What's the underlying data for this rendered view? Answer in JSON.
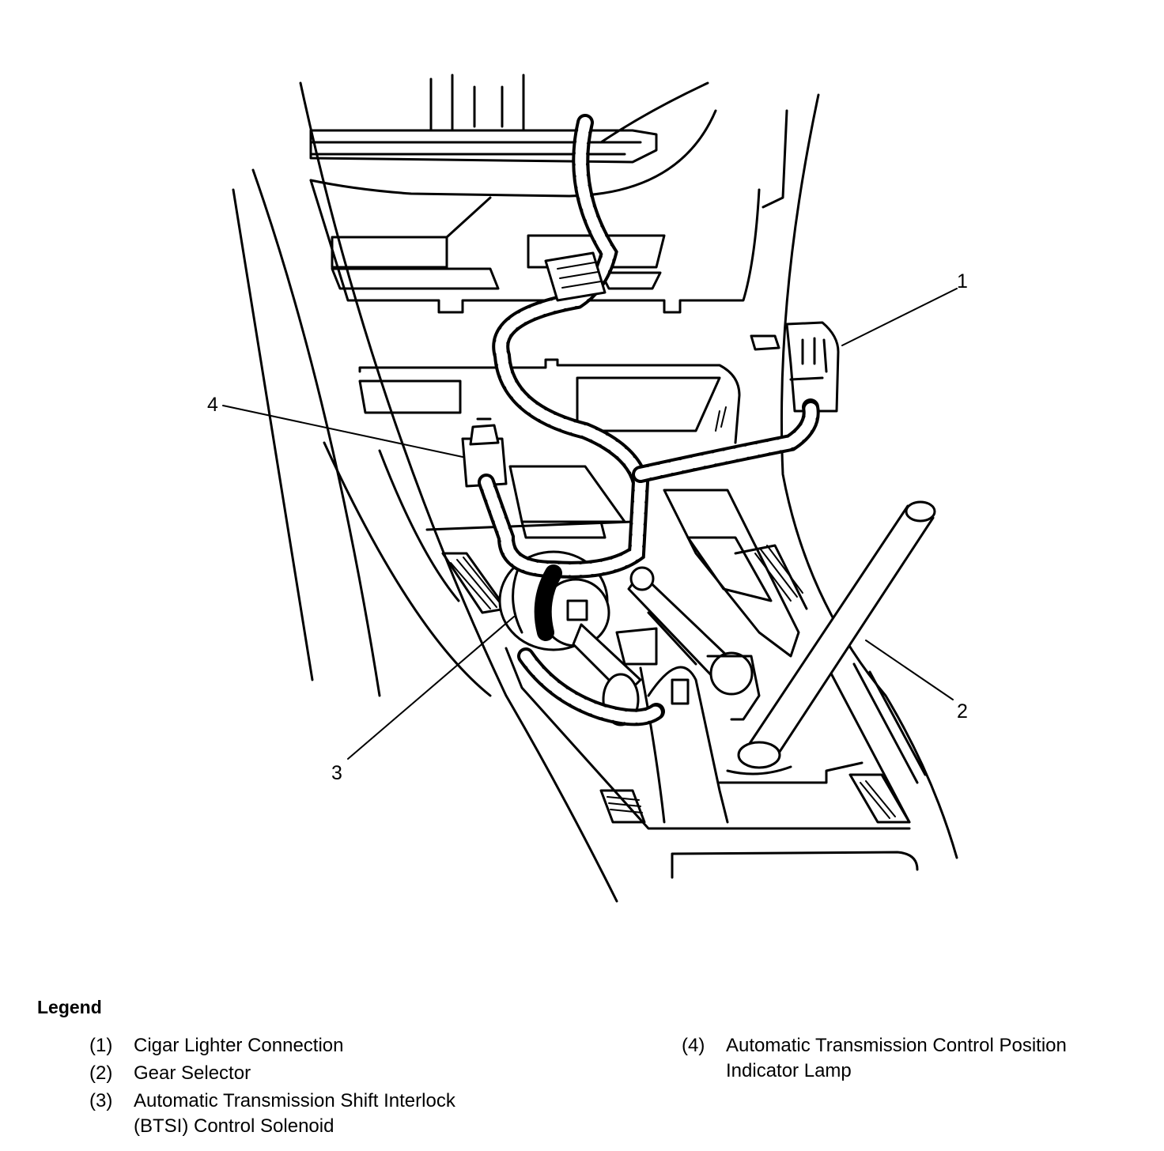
{
  "callouts": {
    "c1": "1",
    "c2": "2",
    "c3": "3",
    "c4": "4"
  },
  "legend": {
    "title": "Legend",
    "items": [
      {
        "num": "(1)",
        "line1": "Cigar Lighter Connection",
        "line2": ""
      },
      {
        "num": "(2)",
        "line1": "Gear Selector",
        "line2": ""
      },
      {
        "num": "(3)",
        "line1": "Automatic Transmission Shift Interlock",
        "line2": "(BTSI) Control Solenoid"
      },
      {
        "num": "(4)",
        "line1": "Automatic Transmission Control Position",
        "line2": "Indicator Lamp"
      }
    ]
  }
}
